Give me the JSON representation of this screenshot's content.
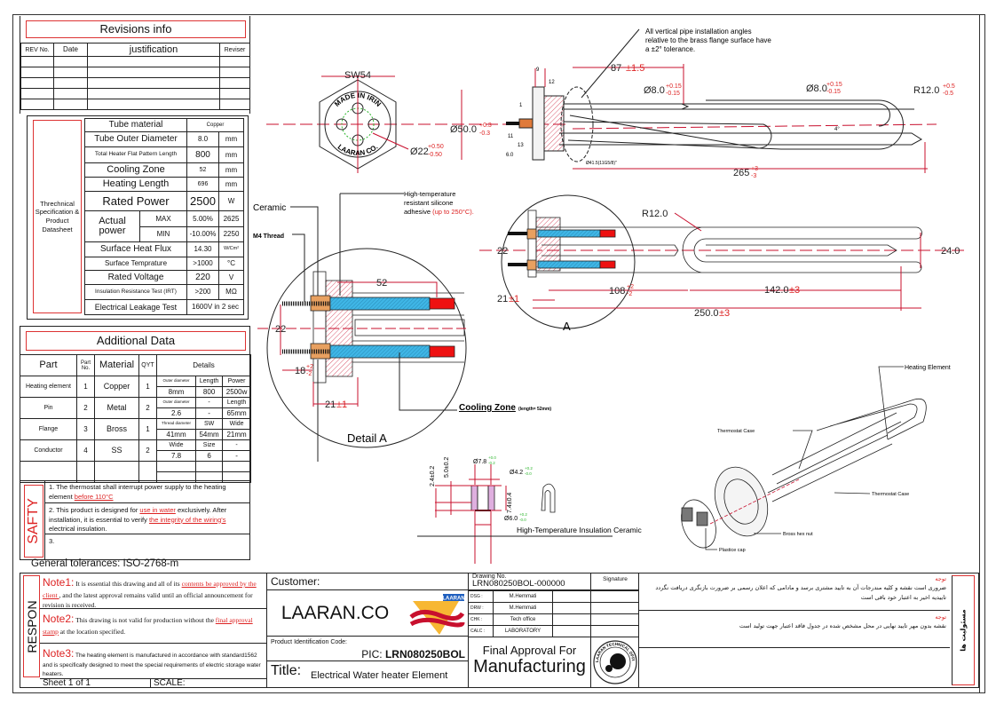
{
  "revisions": {
    "title": "Revisions info",
    "headers": [
      "REV No.",
      "Date",
      "justification",
      "Reviser"
    ],
    "row_count": 5
  },
  "spec": {
    "side_label": "Threchnical Specification & Product Datasheet",
    "rows": [
      {
        "label": "Tube material",
        "value": "Copper",
        "unit": ""
      },
      {
        "label": "Tube Outer Diameter",
        "value": "8.0",
        "unit": "mm"
      },
      {
        "label": "Total Heater Flat Pattern Length",
        "value": "800",
        "unit": "mm"
      },
      {
        "label": "Cooling Zone",
        "value": "52",
        "unit": "mm"
      },
      {
        "label": "Heating Length",
        "value": "696",
        "unit": "mm"
      },
      {
        "label": "Rated Power",
        "value": "2500",
        "unit": "W"
      }
    ],
    "actual_power": {
      "label": "Actual power",
      "max_label": "MAX",
      "max_pct": "5.00%",
      "max_value": "2625",
      "min_label": "MIN",
      "min_pct": "-10.00%",
      "min_value": "2250"
    },
    "rows2": [
      {
        "label": "Surface Heat Flux",
        "value": "14.30",
        "unit": "W/Cm²"
      },
      {
        "label": "Surface Temprature",
        "value": ">1000",
        "unit": "°C"
      },
      {
        "label": "Rated Voltage",
        "value": "220",
        "unit": "V"
      },
      {
        "label": "Insulation Resistance Test (IRT)",
        "value": ">200",
        "unit": "MΩ"
      }
    ],
    "leakage": {
      "label": "Electrical Leakage Test",
      "value": "1600V in 2 sec"
    }
  },
  "additional": {
    "title": "Additional Data",
    "headers": [
      "Part",
      "Part No.",
      "Material",
      "QYT",
      "Details"
    ],
    "parts": [
      {
        "part": "Heating element",
        "no": "1",
        "material": "Copper",
        "qty": "1",
        "d": [
          [
            "Outer diameter",
            "Length",
            "Power"
          ],
          [
            "8mm",
            "800",
            "2500w"
          ]
        ]
      },
      {
        "part": "Pin",
        "no": "2",
        "material": "Metal",
        "qty": "2",
        "d": [
          [
            "Outer diameter",
            "-",
            "Length"
          ],
          [
            "2.6",
            "-",
            "65mm"
          ]
        ]
      },
      {
        "part": "Flange",
        "no": "3",
        "material": "Bross",
        "qty": "1",
        "d": [
          [
            "Thread diameter",
            "SW",
            "Wide"
          ],
          [
            "41mm",
            "54mm",
            "21mm"
          ]
        ]
      },
      {
        "part": "Conductor",
        "no": "4",
        "material": "SS",
        "qty": "2",
        "d": [
          [
            "Wide",
            "Size",
            "-"
          ],
          [
            "7.8",
            "6",
            "-"
          ]
        ]
      }
    ]
  },
  "safety": {
    "label": "SAFTY",
    "item1": {
      "pre": "1. The thermostat shall interrupt power supply to the heating element ",
      "hl": "before 110°C"
    },
    "item2": {
      "pre": "2. This product is designed for ",
      "hl1": "use in water",
      "mid": " exclusively. After installation, it is essential to verify ",
      "hl2": "the integrity of the wiring's",
      "post": " electrical insulation."
    },
    "item3": "3."
  },
  "general_tolerances": "General tolerances: ISO-2768-m",
  "notes": {
    "label": "RESPON",
    "note1": {
      "title": "Note1:",
      "pre": " It is essential this drawing and all of its ",
      "hl": "contents be approved by the client ",
      "post": ", and the latest approval remains valid until an official announcement for revision is received."
    },
    "note2": {
      "title": "Note2:",
      "pre": "  This drawing is not valid for production without the ",
      "hl": "final approval stamp",
      "post": " at the location specified."
    },
    "note3": {
      "title": "Note3:",
      "text": "  The heating element is manufactured in accordance with standard1562 and is specifically designed to meet the special requirements of electric storage water heaters."
    },
    "sheet": "Sheet 1 of 1",
    "scale": "SCALE:"
  },
  "title_block": {
    "customer_label": "Customer:",
    "company": "LAARAN.CO",
    "logo_text": "LAARAN",
    "drawing_no_label": "Drawing No.",
    "drawing_no": "LRN080250BOL-000000",
    "signature_label": "Signature",
    "staff": [
      {
        "role": "DSG :",
        "name": "M.Hemmati"
      },
      {
        "role": "DRW :",
        "name": "M.Hemmati"
      },
      {
        "role": "CHK :",
        "name": "Tech office"
      },
      {
        "role": "CALC :",
        "name": "LABORATORY"
      }
    ],
    "pic_label": "Product Identification Code:",
    "pic_prefix": "PIC: ",
    "pic_code": "LRN080250BOL",
    "title_label": "Title:",
    "title": "Electrical Water heater Element",
    "approval_line1": "Final Approval For",
    "approval_line2": "Manufacturing",
    "stamp_text": "LAARAN TECHNICAL OFFICE"
  },
  "persian_notes": {
    "label": "مسئولیت ها",
    "note1_head": "توجه",
    "note1": "ضروری است نقشه و کلیه مندرجات آن به تایید مشتری برسد و مادامی که اعلان رسمی بر ضرورت بازنگری دریافت نگردد تاییدیه اخیر به اعتبار خود باقی است",
    "note2_head": "توجه",
    "note2": "نقشه بدون مهر تایید نهایی در محل مشخص شده در جدول فاقد اعتبار جهت تولید است"
  },
  "drawing": {
    "front": {
      "sw": "SW54",
      "stamp_top": "MADE IN IRIN",
      "stamp_bottom": "LAARAN CO.",
      "d22": {
        "n": "Ø22",
        "u": "+0.50",
        "l": "-0.50"
      }
    },
    "side": {
      "note": [
        "All vertical pipe installation angles",
        "relative to the brass flange surface have",
        "a ±2° tolerance."
      ],
      "d50": {
        "n": "Ø50.0",
        "u": "+0.3",
        "l": "-0.3"
      },
      "d87": {
        "n": "87",
        "t": "±1.5"
      },
      "d9": "9",
      "d12": "12",
      "d1": "1",
      "d11": "11",
      "d13": "13",
      "d6": "6.0",
      "d41": "Ø41.5(11G5/8)\"",
      "d8a": {
        "n": "Ø8.0",
        "u": "+0.15",
        "l": "-0.15"
      },
      "d8b": {
        "n": "Ø8.0",
        "u": "+0.15",
        "l": "-0.15"
      },
      "r12": {
        "n": "R12.0",
        "u": "+0.5",
        "l": "-0.5"
      },
      "angle": "4°",
      "d265": {
        "n": "265",
        "u": "+3",
        "l": "-3"
      }
    },
    "detail": {
      "ceramic": "Ceramic",
      "m4": "M4 Thread",
      "adhesive1": "High-temperature",
      "adhesive2": "resistant silicone",
      "adhesive3": "adhesive ",
      "adhesive_hl": "(up to 250°C).",
      "d52": "52",
      "d22": "22",
      "d18": {
        "n": "18",
        "u": "+2",
        "l": "-2"
      },
      "d21": {
        "n": "21",
        "t": "±1"
      },
      "cooling": "Cooling Zone",
      "cooling_small": "(length= 52mm)",
      "title": "Detail A"
    },
    "bottom": {
      "r12": "R12.0",
      "d22": "22",
      "d24": "24.0",
      "d21": {
        "n": "21",
        "t": "±1"
      },
      "d108": {
        "n": "108",
        "u": "+2",
        "l": "-2"
      },
      "d142": {
        "n": "142.0",
        "t": "±3"
      },
      "d250": {
        "n": "250.0",
        "t": "±3"
      },
      "label_a": "A"
    },
    "ceramic_part": {
      "title": "High-Temperature Insulation Ceramic",
      "d78": {
        "n": "Ø7.8",
        "u": "+0.0",
        "l": "-0.2"
      },
      "d42": {
        "n": "Ø4.2",
        "u": "+0.2",
        "l": "-0.0"
      },
      "d60": {
        "n": "Ø6.0",
        "u": "+0.2",
        "l": "-0.0"
      },
      "h24": "2.4±0.2",
      "h50": "5.0±0.2",
      "h74": "7.4±0.4"
    },
    "iso": {
      "heating": "Heating Element",
      "thermo1": "Thermostat Case",
      "thermo2": "Thermostat Case",
      "nut": "Bross hex nut",
      "cap": "Plastice cap"
    }
  },
  "colors": {
    "accent_red": "#d33333",
    "dim_red": "#c8102e",
    "ceramic_blue": "#3fb6e6",
    "terminal_orange": "#e8a060",
    "tolerance_green": "#2bb52b"
  }
}
